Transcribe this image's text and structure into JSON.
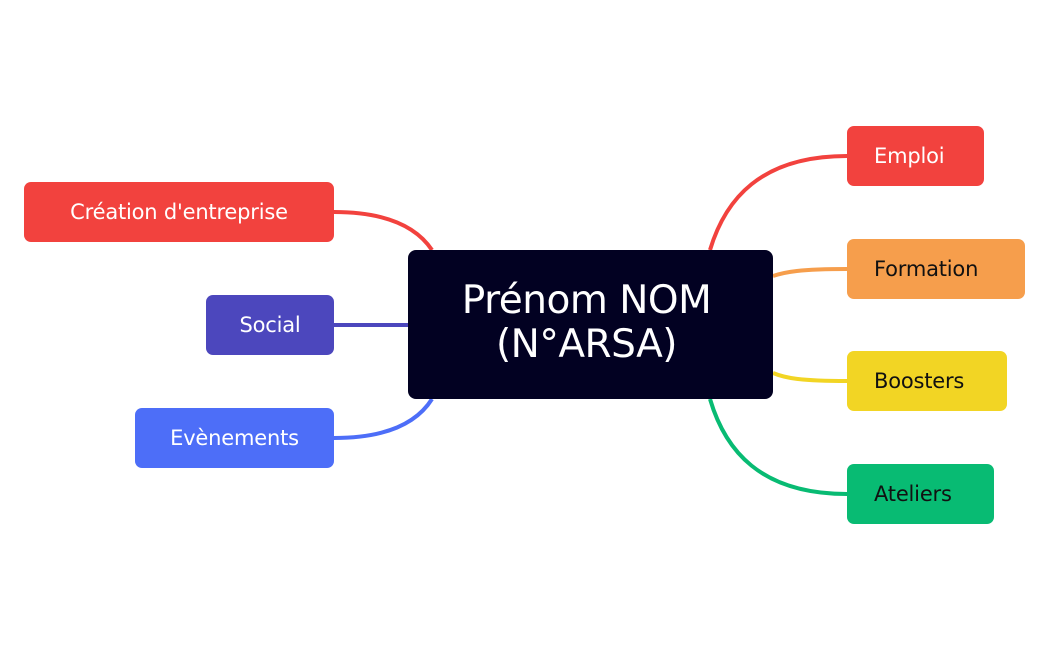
{
  "central": {
    "line1": "Prénom NOM",
    "line2": "(N°ARSA)",
    "color": "#020122"
  },
  "branches": {
    "creation": {
      "label": "Création d'entreprise",
      "color": "#f2423e"
    },
    "social": {
      "label": "Social",
      "color": "#4c47bd"
    },
    "evenements": {
      "label": "Evènements",
      "color": "#4d6ef8"
    },
    "emploi": {
      "label": "Emploi",
      "color": "#f2423e"
    },
    "formation": {
      "label": "Formation",
      "color": "#f69e4c"
    },
    "boosters": {
      "label": "Boosters",
      "color": "#f2d524"
    },
    "ateliers": {
      "label": "Ateliers",
      "color": "#08bb73"
    }
  }
}
